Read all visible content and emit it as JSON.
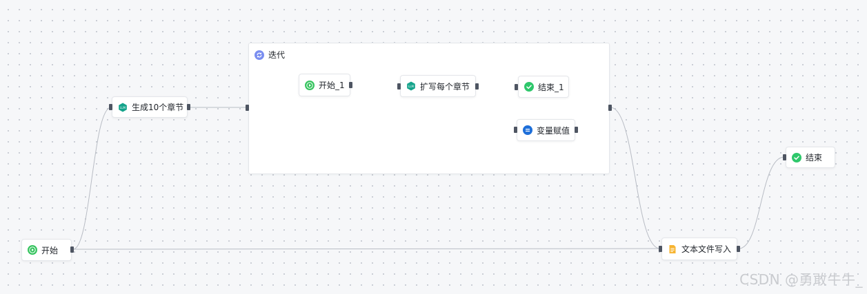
{
  "colors": {
    "start_green": "#36c45f",
    "end_green": "#2ec76b",
    "llm_teal": "#14a38b",
    "variable_blue": "#1e6fd9",
    "file_orange": "#f7b430",
    "iteration_blue": "#7a8ef0",
    "edge": "#b8bcc4",
    "port": "#4e5562"
  },
  "group": {
    "title": "迭代",
    "icon": "loop-icon"
  },
  "nodes": {
    "start": {
      "label": "开始",
      "icon": "play-icon"
    },
    "gen_chapters": {
      "label": "生成10个章节",
      "icon": "llm-icon"
    },
    "inner_start": {
      "label": "开始_1",
      "icon": "play-icon"
    },
    "expand_chapter": {
      "label": "扩写每个章节",
      "icon": "llm-icon"
    },
    "inner_end": {
      "label": "结束_1",
      "icon": "check-icon"
    },
    "var_assign": {
      "label": "变量赋值",
      "icon": "equals-icon"
    },
    "file_write": {
      "label": "文本文件写入",
      "icon": "file-icon"
    },
    "end": {
      "label": "结束",
      "icon": "check-icon"
    }
  },
  "icon_text": {
    "llm": "LLM"
  },
  "watermark": "CSDN @勇敢牛牛_"
}
